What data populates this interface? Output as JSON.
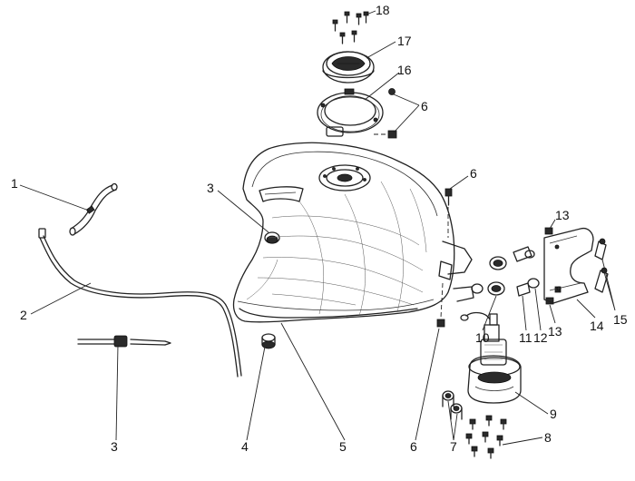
{
  "callouts": {
    "c1": "1",
    "c2": "2",
    "c3_top": "3",
    "c3_bottom": "3",
    "c4": "4",
    "c5": "5",
    "c6_top": "6",
    "c6_mid": "6",
    "c6_bottom": "6",
    "c7": "7",
    "c8": "8",
    "c9": "9",
    "c10": "10",
    "c11": "11",
    "c12": "12",
    "c13_top": "13",
    "c13_bottom": "13",
    "c14": "14",
    "c15": "15",
    "c16": "16",
    "c17": "17",
    "c18": "18"
  }
}
